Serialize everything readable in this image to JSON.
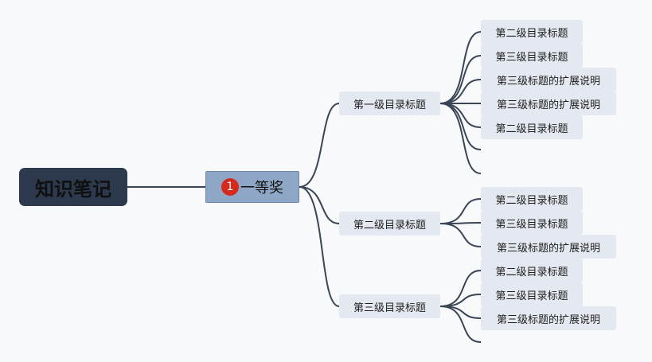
{
  "root": {
    "label": "知识笔记"
  },
  "center": {
    "badge": "1",
    "label": "一等奖"
  },
  "branches": [
    {
      "label": "第一级目录标题",
      "children": [
        "第二级目录标题",
        "第三级目录标题",
        "第三级标题的扩展说明",
        "第三级标题的扩展说明",
        "第二级目录标题",
        ""
      ]
    },
    {
      "label": "第二级目录标题",
      "children": [
        "第二级目录标题",
        "第三级目录标题",
        "第三级标题的扩展说明"
      ]
    },
    {
      "label": "第三级目录标题",
      "children": [
        "第二级目录标题",
        "第三级目录标题",
        "第三级标题的扩展说明",
        ""
      ]
    }
  ],
  "colors": {
    "root_bg": "#2d3a4e",
    "center_bg": "#8ea7c7",
    "badge": "#d6291b",
    "node_bg": "#e4e8f0",
    "line": "#3a4556"
  }
}
